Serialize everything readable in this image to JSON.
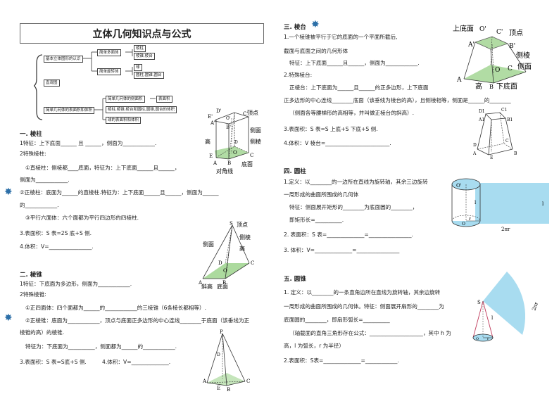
{
  "title": "立体几何知识点与公式",
  "mindmap": {
    "root1": "基本立体图形的认识",
    "sub1a": "简单多面体",
    "sub1a_items": [
      "棱柱",
      "棱锥,棱台"
    ],
    "sub1b": "简单旋转体",
    "sub1b_items": [
      "球",
      "圆柱,圆锥,圆台"
    ],
    "root2": "直观图",
    "root3": "简单几何体的表面积和体积",
    "sub3": [
      "简单几何体的侧面积",
      "棱柱,棱锥,棱台和圆柱,圆锥,圆台的体积",
      "球的表面积和体积"
    ],
    "sub3a_right": "表面积"
  },
  "sec1": {
    "heading": "一. 棱柱",
    "l1": "1特征：上下底面______ 且 ______，侧面为____________.",
    "l2": "2特殊棱柱:",
    "l3": "①直棱柱：侧棱都____底面，特征为：上下底面______且______，",
    "l4": "侧面为____________.",
    "l5": "②正棱柱：底面为______的直棱柱.特征为：上下底面______且______，侧面为______",
    "l6": "的____________.",
    "l7": "③平行六面体：六个面都为平行四边形的四棱柱.",
    "l8": "3.表面积：S 表=2S 底+S 侧.",
    "l9": "4.体积：V=________________."
  },
  "prism_fig": {
    "labels": [
      "D'",
      "C'",
      "A'",
      "B'",
      "E'",
      "O'",
      "顶点",
      "侧面",
      "侧棱",
      "高",
      "D",
      "E",
      "O",
      "C",
      "A",
      "B",
      "底面",
      "对角线"
    ]
  },
  "sec2": {
    "heading": "二. 棱锥",
    "l1": "1特征：下底面为多边形，侧面为____________.",
    "l2": "2特殊棱锥:",
    "l3": "①正四面体：四个面都为______的____________的三棱锥（6条棱长都相等）.",
    "l4": "②正棱锥：底面为____________，顶点与底面正多边形的中心连线________于底面（该垂线为正",
    "l5": "棱锥的高）的棱锥.",
    "l6": "特征为：下底面为__________，侧面都为______的____________.",
    "l7": "3.表面积：S 表=S底+S 侧.",
    "l8": "4.体积：V=______________."
  },
  "pyramid_fig": {
    "labels": [
      "S",
      "顶点",
      "侧棱",
      "侧面",
      "高",
      "D",
      "C",
      "O",
      "A",
      "B",
      "斜高",
      "底面"
    ]
  },
  "tetra_fig": {
    "labels": [
      "P",
      "D",
      "A",
      "C",
      "E",
      "B"
    ]
  },
  "sec3": {
    "heading": "三. 棱台",
    "l1": "1.一个棱锥被平行于它的底面的一个平面所截后,",
    "l2": "截面与底面之间的几何形体",
    "l3": "特征：上下底面______且______，侧面为____________.",
    "l4": "2.特殊棱台:",
    "l5": "正棱台：上下底面为______且______的正多边形，上下底面",
    "l6": "正多边形的中心连线________底面（该垂线为棱台的高），且侧棱相等，侧面是______的________",
    "l7": "（侧面各等腰梯形的高相等，并叫做正棱台的斜高）.",
    "l8": "3.表面积：S 表=S 上底+S 下底+S 侧.",
    "l9": "4.体积：V 棱台=________________________."
  },
  "frustum_fig": {
    "labels": [
      "上底面",
      "O'",
      "C'",
      "顶点",
      "A'",
      "B'",
      "侧棱",
      "侧面",
      "A",
      "O",
      "C",
      "高",
      "下底面",
      "B"
    ]
  },
  "frustum2_fig": {
    "labels": [
      "D1",
      "C1",
      "A1",
      "B1",
      "D",
      "C",
      "A",
      "E",
      "B"
    ]
  },
  "sec4": {
    "heading": "四. 圆柱",
    "l1": "1.定义：以________的一边所在直线为旋转轴，其余三边旋转",
    "l2": "一周形成的曲面所围成的几何体",
    "l3": "特征：侧面展开矩形的________为底面圆的________，",
    "l4": "即矩形长=__________.",
    "l5": "2. 表面积：S 表=______________=________________.",
    "l6": "3. 体积：V=______________=________________"
  },
  "cylinder_fig": {
    "labels": [
      "O'",
      "l",
      "r",
      "O",
      "l",
      "2πr"
    ]
  },
  "sec5": {
    "heading": "五. 圆锥",
    "l1": "1. 定义：以________的一条直角边所在直线为旋转轴，其余边旋转",
    "l2": "一周形成的曲面所围成的几何体。特征：侧面展开扇形的________为",
    "l3": "底面圆的________，即扇形弧长=__________",
    "l4": "（轴截面的直角三角形存在公式：____________________，其中 h 为",
    "l5": "高，l 为弧长，r 为半径）",
    "l6": "2.表面积：S表=______________=____________."
  },
  "cone_fig": {
    "labels": [
      "S",
      "l",
      "r",
      "O",
      "2πr"
    ]
  },
  "colors": {
    "green": "#9ed38d",
    "blue": "#a8dcf0",
    "star": "#2c6fa8"
  }
}
